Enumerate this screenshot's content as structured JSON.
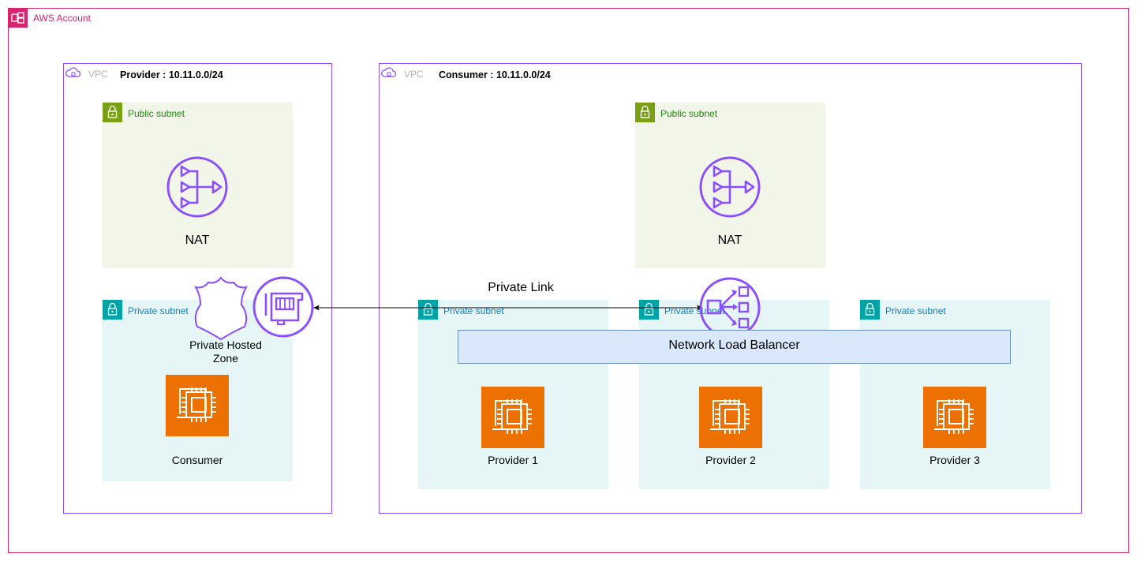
{
  "account": {
    "label": "AWS Account",
    "icon": "aws-account-icon",
    "color": "#d6246e"
  },
  "provider_vpc": {
    "tag": "VPC",
    "title": "Provider : 10.11.0.0/24",
    "icon": "vpc-cloud-icon"
  },
  "consumer_vpc": {
    "tag": "VPC",
    "title": "Consumer : 10.11.0.0/24",
    "icon": "vpc-cloud-icon"
  },
  "provider_public_subnet": {
    "label": "Public subnet",
    "nat_label": "NAT"
  },
  "provider_private_subnet": {
    "label": "Private subnet",
    "hosted_zone_label": "Private Hosted Zone",
    "instance_label": "Consumer"
  },
  "consumer_public_subnet": {
    "label": "Public subnet",
    "nat_label": "NAT"
  },
  "consumer_private_subnets": [
    {
      "label": "Private subnet",
      "instance_label": "Provider 1"
    },
    {
      "label": "Private subnet",
      "instance_label": "Provider 2"
    },
    {
      "label": "Private subnet",
      "instance_label": "Provider 3"
    }
  ],
  "private_link": {
    "label": "Private Link"
  },
  "nlb": {
    "label": "Network Load Balancer"
  },
  "colors": {
    "vpc_border": "#8c4fff",
    "public_subnet_fill": "#f2f6e8",
    "public_subnet_accent": "#7aa116",
    "public_subnet_text": "#248814",
    "private_subnet_fill": "#e6f6f7",
    "private_subnet_accent": "#00a4a6",
    "private_subnet_text": "#147eba",
    "ec2_orange": "#ed7100",
    "nlb_fill": "#dae8fc",
    "nlb_border": "#6c8ebf"
  }
}
